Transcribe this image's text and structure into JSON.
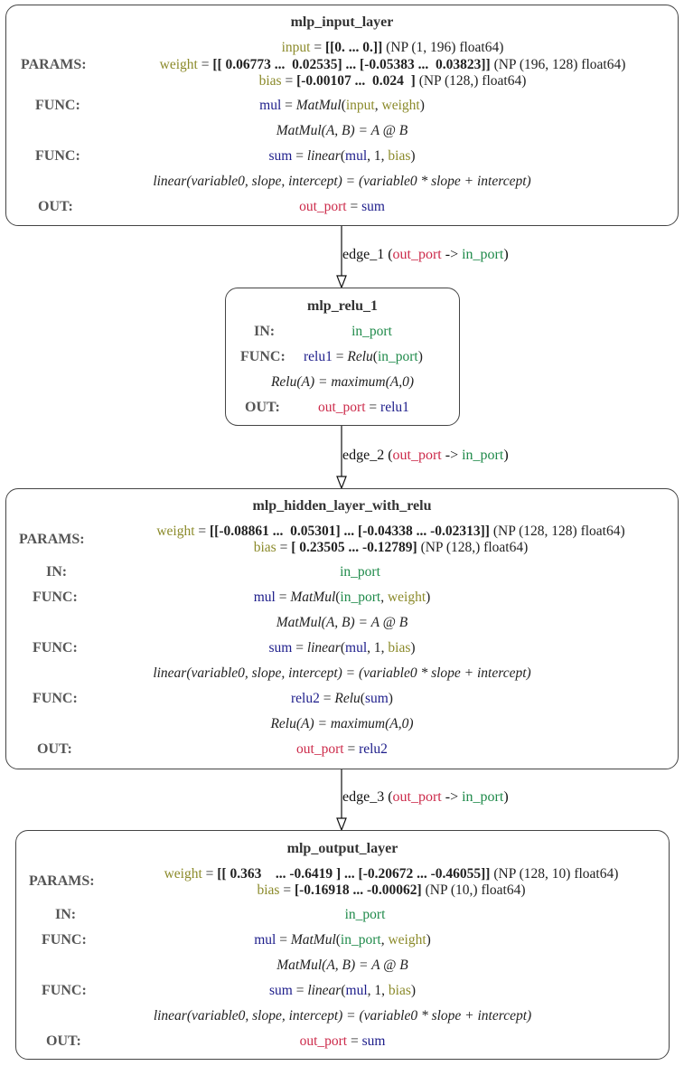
{
  "nodes": {
    "input_layer": {
      "title": "mlp_input_layer",
      "labels": {
        "params": "PARAMS:",
        "func": "FUNC:",
        "out": "OUT:"
      },
      "params": [
        {
          "name": "input",
          "eq": " = ",
          "value": "[[0. ... 0.]]",
          "meta": " (NP (1, 196) float64)"
        },
        {
          "name": "weight",
          "eq": " = ",
          "value": "[[ 0.06773 ...  0.02535] ... [-0.05383 ...  0.03823]]",
          "meta": " (NP (196, 128) float64)"
        },
        {
          "name": "bias",
          "eq": " = ",
          "value": "[-0.00107 ...  0.024  ]",
          "meta": " (NP (128,) float64)"
        }
      ],
      "func1": {
        "out": "mul",
        "eq": " = ",
        "fn": "MatMul",
        "open": "(",
        "a1": "input",
        "sep": ", ",
        "a2": "weight",
        "close": ")",
        "def": "MatMul(A, B) = A @ B"
      },
      "func2": {
        "out": "sum",
        "eq": " = ",
        "fn": "linear",
        "open": "(",
        "a1": "mul",
        "sep1": ", 1, ",
        "a2": "bias",
        "close": ")",
        "def": "linear(variable0, slope, intercept) = (variable0 * slope + intercept)"
      },
      "out": {
        "port": "out_port",
        "eq": " = ",
        "value": "sum"
      }
    },
    "relu_1": {
      "title": "mlp_relu_1",
      "labels": {
        "in": "IN:",
        "func": "FUNC:",
        "out": "OUT:"
      },
      "in_port": "in_port",
      "func1": {
        "out": "relu1",
        "eq": " = ",
        "fn": "Relu",
        "open": "(",
        "a1": "in_port",
        "close": ")",
        "def": "Relu(A) = maximum(A,0)"
      },
      "out": {
        "port": "out_port",
        "eq": " = ",
        "value": "relu1"
      }
    },
    "hidden_layer": {
      "title": "mlp_hidden_layer_with_relu",
      "labels": {
        "params": "PARAMS:",
        "in": "IN:",
        "func": "FUNC:",
        "out": "OUT:"
      },
      "params": [
        {
          "name": "weight",
          "eq": " = ",
          "value": "[[-0.08861 ...  0.05301] ... [-0.04338 ... -0.02313]]",
          "meta": " (NP (128, 128) float64)"
        },
        {
          "name": "bias",
          "eq": " = ",
          "value": "[ 0.23505 ... -0.12789]",
          "meta": " (NP (128,) float64)"
        }
      ],
      "in_port": "in_port",
      "func1": {
        "out": "mul",
        "eq": " = ",
        "fn": "MatMul",
        "open": "(",
        "a1": "in_port",
        "sep": ", ",
        "a2": "weight",
        "close": ")",
        "def": "MatMul(A, B) = A @ B"
      },
      "func2": {
        "out": "sum",
        "eq": " = ",
        "fn": "linear",
        "open": "(",
        "a1": "mul",
        "sep1": ", 1, ",
        "a2": "bias",
        "close": ")",
        "def": "linear(variable0, slope, intercept) = (variable0 * slope + intercept)"
      },
      "func3": {
        "out": "relu2",
        "eq": " = ",
        "fn": "Relu",
        "open": "(",
        "a1": "sum",
        "close": ")",
        "def": "Relu(A) = maximum(A,0)"
      },
      "out": {
        "port": "out_port",
        "eq": " = ",
        "value": "relu2"
      }
    },
    "output_layer": {
      "title": "mlp_output_layer",
      "labels": {
        "params": "PARAMS:",
        "in": "IN:",
        "func": "FUNC:",
        "out": "OUT:"
      },
      "params": [
        {
          "name": "weight",
          "eq": " = ",
          "value": "[[ 0.363    ... -0.6419 ] ... [-0.20672 ... -0.46055]]",
          "meta": " (NP (128, 10) float64)"
        },
        {
          "name": "bias",
          "eq": " = ",
          "value": "[-0.16918 ... -0.00062]",
          "meta": " (NP (10,) float64)"
        }
      ],
      "in_port": "in_port",
      "func1": {
        "out": "mul",
        "eq": " = ",
        "fn": "MatMul",
        "open": "(",
        "a1": "in_port",
        "sep": ", ",
        "a2": "weight",
        "close": ")",
        "def": "MatMul(A, B) = A @ B"
      },
      "func2": {
        "out": "sum",
        "eq": " = ",
        "fn": "linear",
        "open": "(",
        "a1": "mul",
        "sep1": ", 1, ",
        "a2": "bias",
        "close": ")",
        "def": "linear(variable0, slope, intercept) = (variable0 * slope + intercept)"
      },
      "out": {
        "port": "out_port",
        "eq": " = ",
        "value": "sum"
      }
    }
  },
  "edges": [
    {
      "name": "edge_1",
      "open": " (",
      "from": "out_port",
      "arrow": " -> ",
      "to": "in_port",
      "close": ")"
    },
    {
      "name": "edge_2",
      "open": " (",
      "from": "out_port",
      "arrow": " -> ",
      "to": "in_port",
      "close": ")"
    },
    {
      "name": "edge_3",
      "open": " (",
      "from": "out_port",
      "arrow": " -> ",
      "to": "in_port",
      "close": ")"
    }
  ],
  "colors": {
    "param": "#8b8a2a",
    "variable": "#1c1c8a",
    "in_port": "#1f8a4a",
    "out_port": "#cc2a4a",
    "label": "#555555",
    "border": "#444444"
  }
}
